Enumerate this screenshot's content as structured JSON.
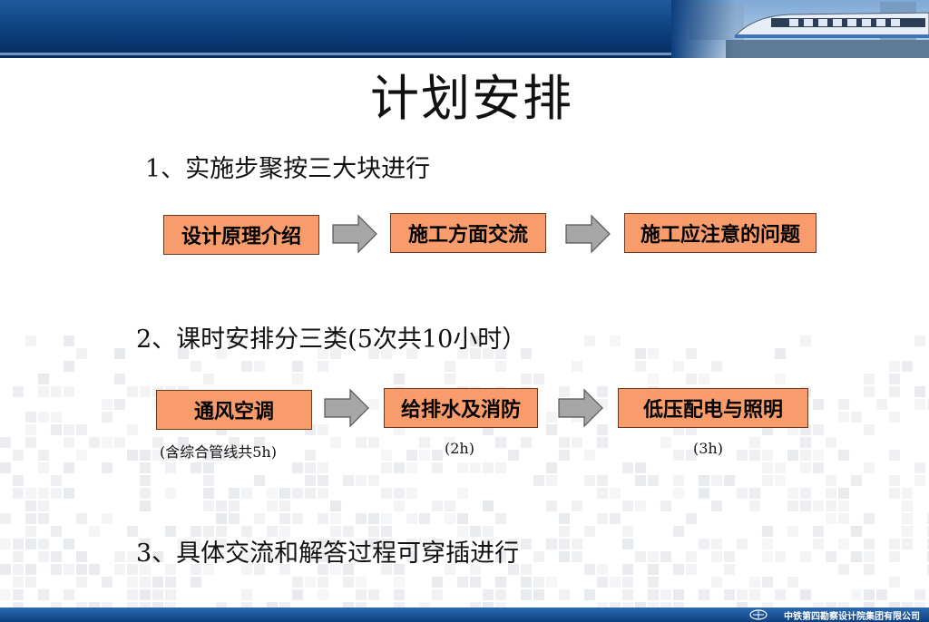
{
  "title": "计划安排",
  "section1": {
    "heading": "1、实施步聚按三大块进行",
    "steps": [
      "设计原理介绍",
      "施工方面交流",
      "施工应注意的问题"
    ]
  },
  "section2": {
    "heading": "2、课时安排分三类(5次共10小时）",
    "steps": [
      "通风空调",
      "给排水及消防",
      "低压配电与照明"
    ],
    "notes": [
      "(含综合管线共5h)",
      "(2h)",
      "(3h)"
    ]
  },
  "section3": {
    "heading": "3、具体交流和解答过程可穿插进行"
  },
  "footer": {
    "company": "中铁第四勘察设计院集团有限公司"
  },
  "colors": {
    "box_fill": "#f79c6a",
    "arrow_fill": "#a6a6a6",
    "banner": "#0d3f7d"
  }
}
